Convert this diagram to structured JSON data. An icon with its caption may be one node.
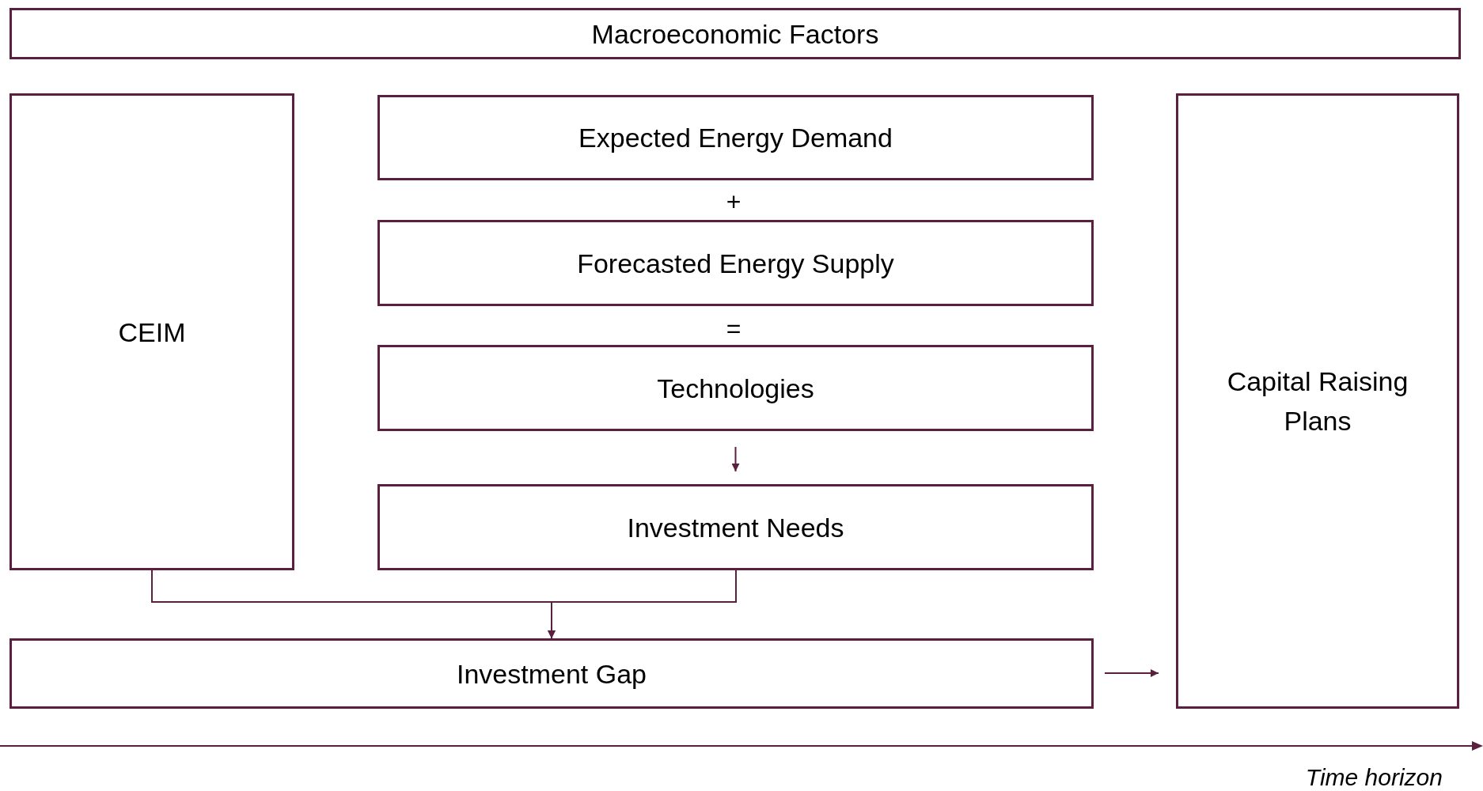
{
  "diagram": {
    "nodes": [
      {
        "text": [
          "Macroeconomic Factors"
        ]
      },
      {
        "text": [
          "CEIM"
        ]
      },
      {
        "text": [
          "Expected Energy Demand"
        ]
      },
      {
        "text": [
          "Forecasted Energy Supply"
        ]
      },
      {
        "text": [
          "Technologies"
        ]
      },
      {
        "text": [
          "Investment Needs"
        ]
      },
      {
        "text": [
          "Investment Gap"
        ]
      },
      {
        "text": [
          "Capital Raising Plans"
        ]
      }
    ],
    "edges": [
      {
        "from": 4,
        "to": 5,
        "arrow": "to"
      },
      {
        "from": 1,
        "to": 6,
        "arrow": "to"
      },
      {
        "from": 5,
        "to": 6,
        "arrow": "to"
      },
      {
        "from": 6,
        "to": 7,
        "arrow": "to"
      }
    ],
    "labels": [
      "+",
      "=",
      "Time horizon"
    ]
  }
}
